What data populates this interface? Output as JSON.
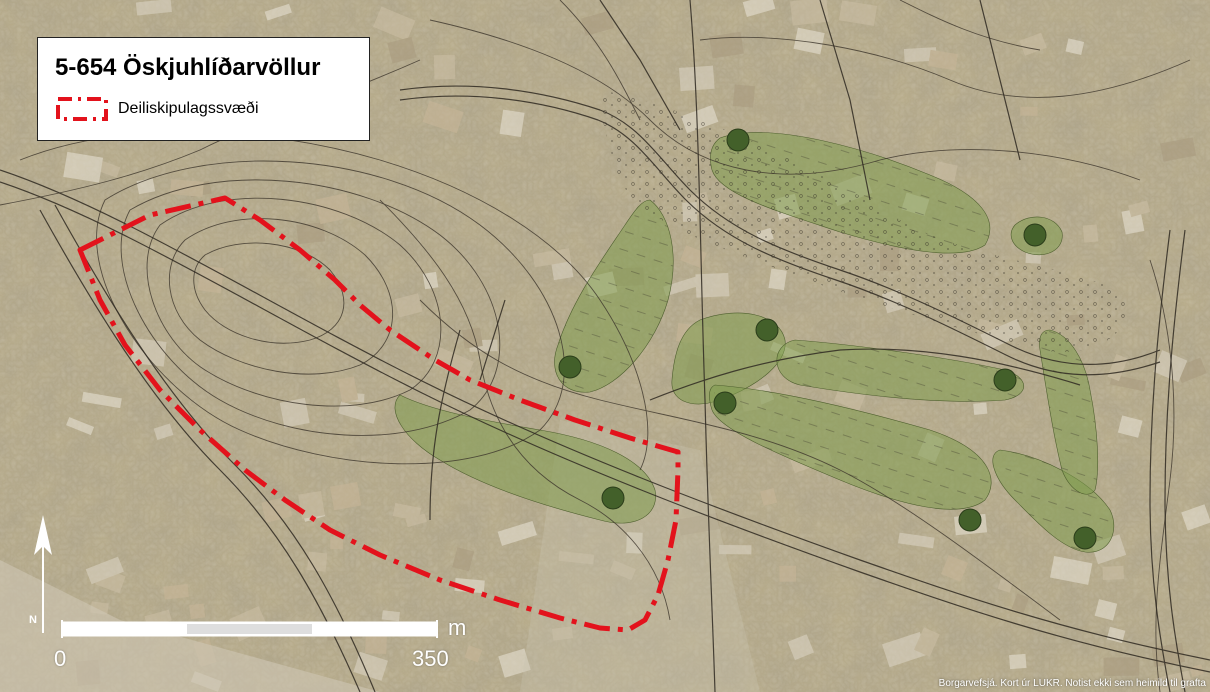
{
  "legend": {
    "title": "5-654 Öskjuhlíðarvöllur",
    "item_label": "Deiliskipulagssvæði",
    "boundary_color": "#e3121c"
  },
  "scale_bar": {
    "start_label": "0",
    "end_label": "350",
    "unit": "m"
  },
  "north_arrow": {
    "letter": "N"
  },
  "credit": "Borgarvefsjá. Kort úr LUKR. Notist ekki sem heimild til grafta",
  "colors": {
    "boundary": "#e3121c",
    "green_area": "#7f9c4e",
    "tree": "#43602a",
    "contour": "#3c352b",
    "background": "#b9ad8c"
  },
  "icons": [
    "north-arrow-icon",
    "boundary-dash-icon",
    "tree-icon"
  ]
}
